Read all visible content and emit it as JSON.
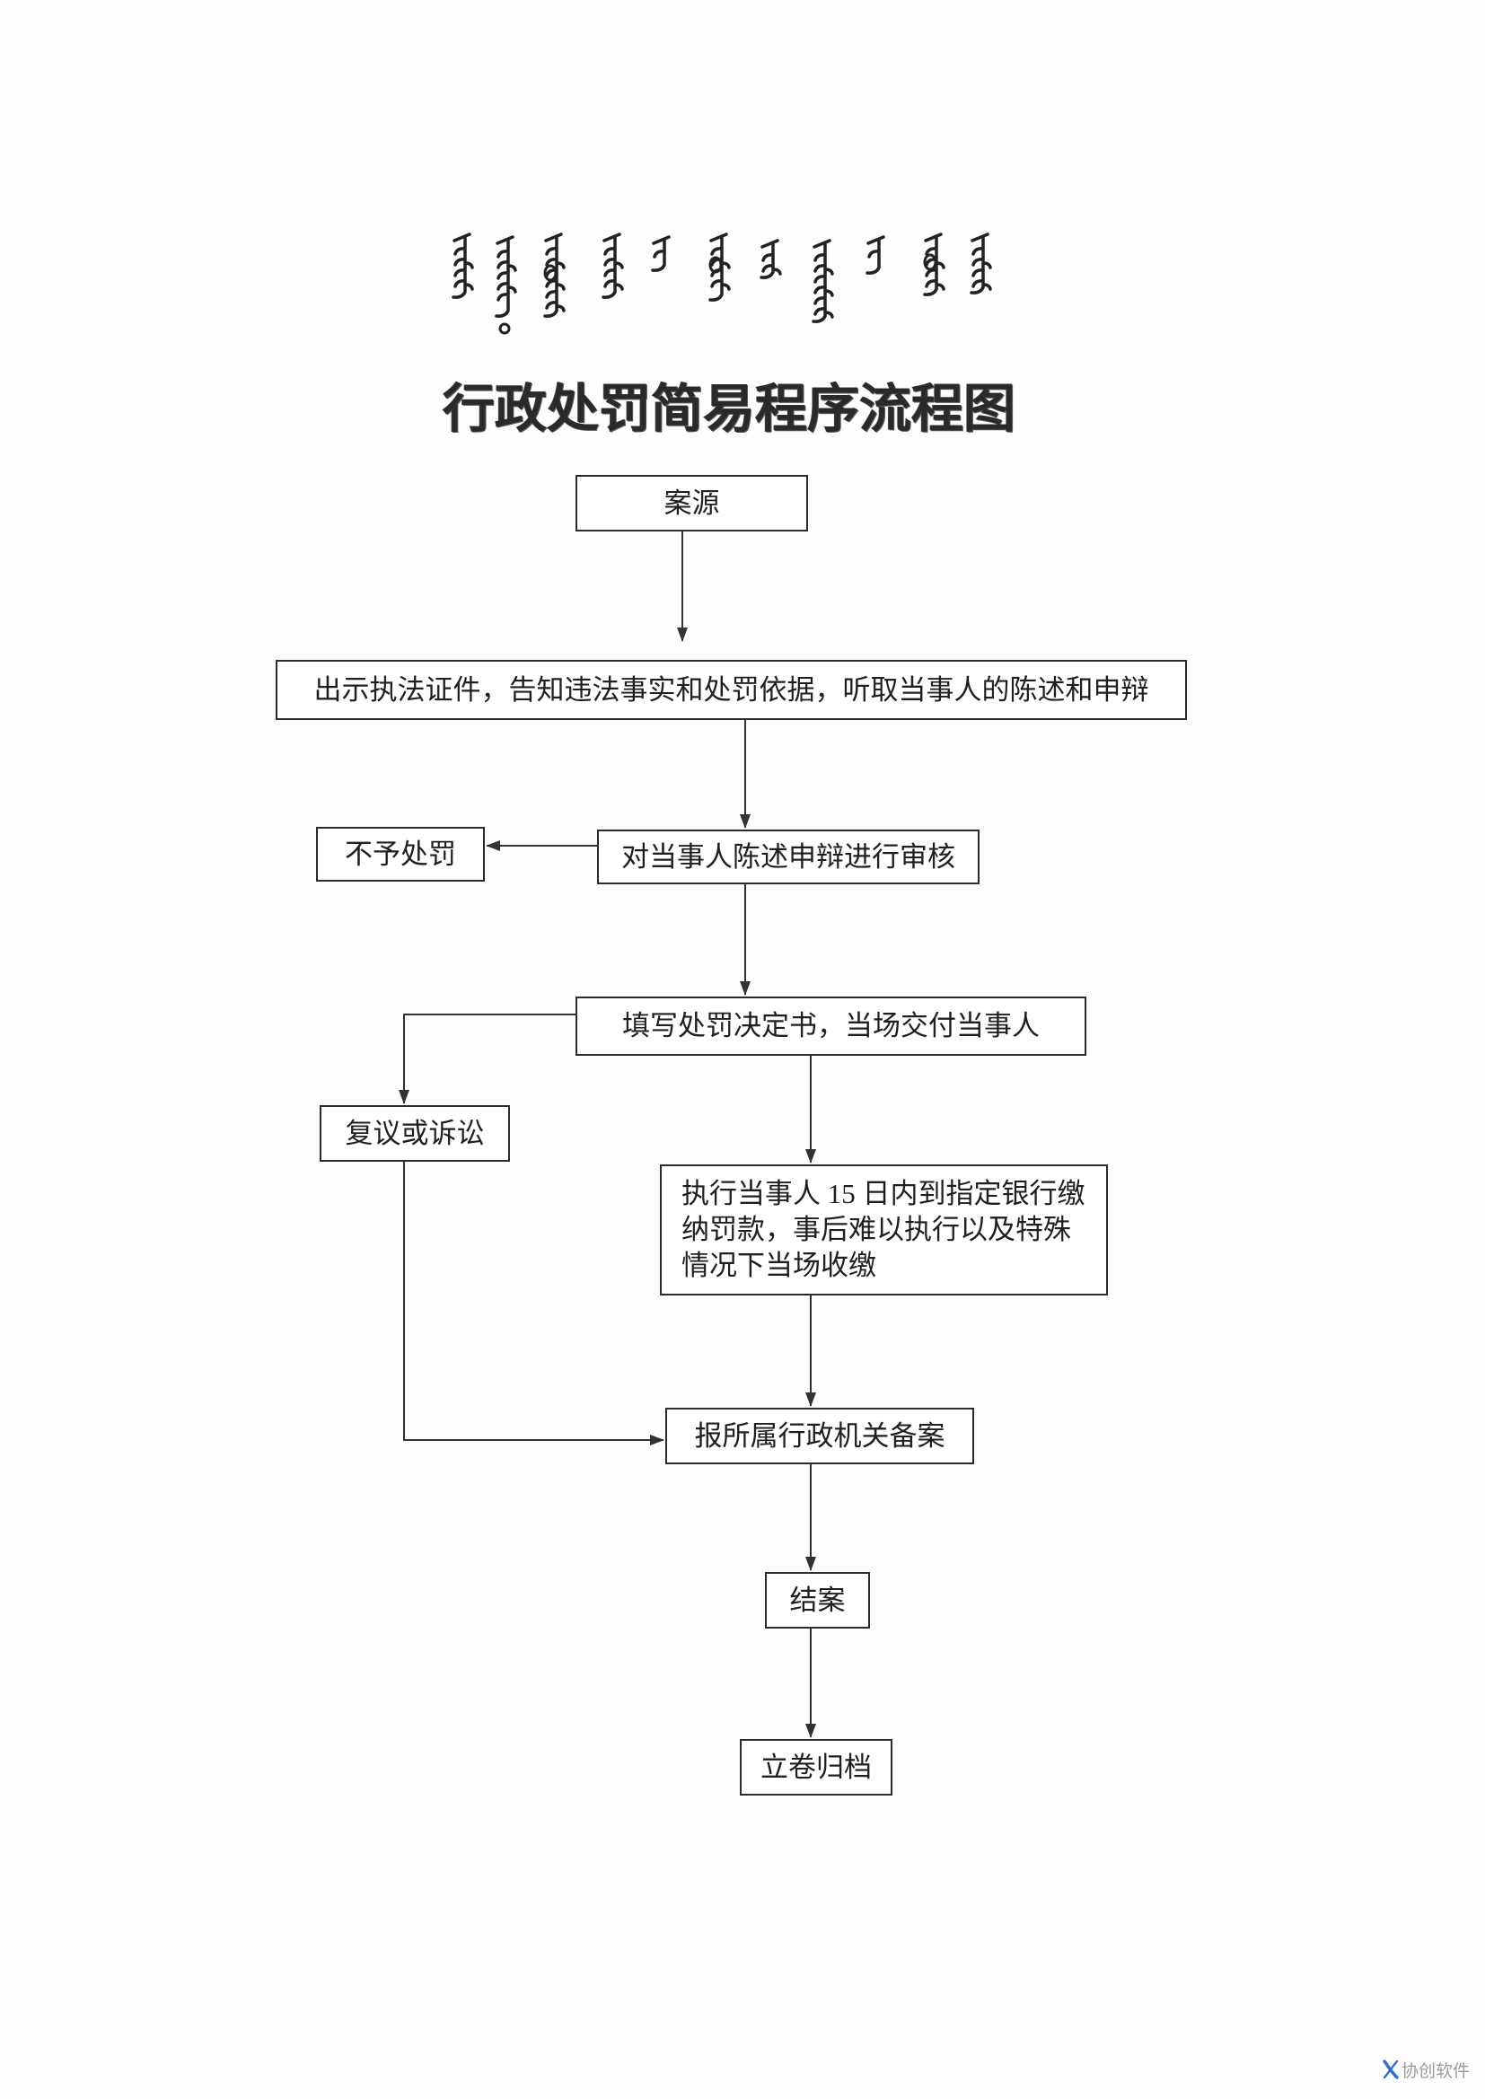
{
  "document": {
    "title": "行政处罚简易程序流程图"
  },
  "flowchart": {
    "source": "案源",
    "notify": "出示执法证件，告知违法事实和处罚依据，听取当事人的陈述和申辩",
    "review": "对当事人陈述申辩进行审核",
    "no_penalty": "不予处罚",
    "decision": "填写处罚决定书，当场交付当事人",
    "appeal": "复议或诉讼",
    "execute_lines": [
      "执行当事人 15 日内到指定银行缴",
      "纳罚款，事后难以执行以及特殊",
      "情况下当场收缴"
    ],
    "filing": "报所属行政机关备案",
    "close": "结案",
    "archive": "立卷归档"
  },
  "watermark": {
    "icon": "x-logo-icon",
    "text": "协创软件"
  },
  "decorations": {
    "mongolian_title": "mongolian-script-graphic"
  },
  "colors": {
    "ink": "#1f1f1f",
    "paper": "#fdfdfd",
    "watermark_logo": "#2f6fd8",
    "watermark_text": "#9a9a9a"
  }
}
